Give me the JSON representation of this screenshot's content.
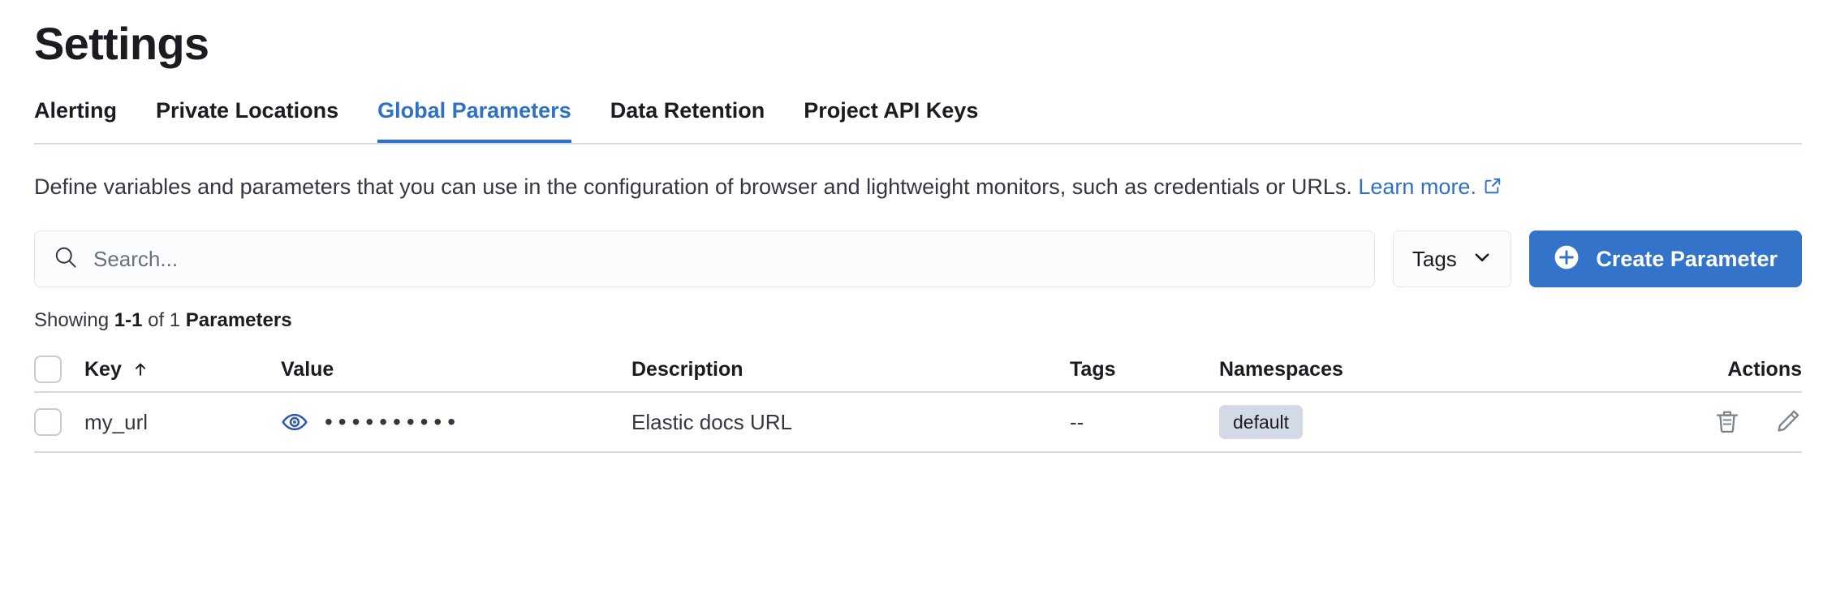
{
  "page": {
    "title": "Settings"
  },
  "tabs": [
    {
      "label": "Alerting",
      "active": false
    },
    {
      "label": "Private Locations",
      "active": false
    },
    {
      "label": "Global Parameters",
      "active": true
    },
    {
      "label": "Data Retention",
      "active": false
    },
    {
      "label": "Project API Keys",
      "active": false
    }
  ],
  "description": {
    "text": "Define variables and parameters that you can use in the configuration of browser and lightweight monitors, such as credentials or URLs. ",
    "link_label": "Learn more.",
    "link_icon": "external-link-icon"
  },
  "controls": {
    "search": {
      "icon": "search-icon",
      "placeholder": "Search...",
      "value": ""
    },
    "tags_filter": {
      "label": "Tags",
      "icon": "chevron-down-icon"
    },
    "create_button": {
      "label": "Create Parameter",
      "icon": "plus-circle-icon"
    }
  },
  "results_summary": {
    "prefix": "Showing ",
    "range": "1-1",
    "middle": " of 1 ",
    "entity": "Parameters"
  },
  "table": {
    "columns": [
      {
        "key": "select",
        "label": ""
      },
      {
        "key": "key",
        "label": "Key",
        "sort": "asc",
        "sort_icon": "arrow-up-icon"
      },
      {
        "key": "value",
        "label": "Value"
      },
      {
        "key": "description",
        "label": "Description"
      },
      {
        "key": "tags",
        "label": "Tags"
      },
      {
        "key": "namespaces",
        "label": "Namespaces"
      },
      {
        "key": "actions",
        "label": "Actions"
      }
    ],
    "rows": [
      {
        "selected": false,
        "key": "my_url",
        "value_masked": "••••••••••",
        "value_toggle_icon": "eye-icon",
        "description": "Elastic docs URL",
        "tags": "--",
        "namespaces": [
          "default"
        ],
        "actions": [
          {
            "name": "delete",
            "icon": "trash-icon"
          },
          {
            "name": "edit",
            "icon": "pencil-icon"
          }
        ]
      }
    ]
  },
  "colors": {
    "accent_blue": "#2f72c4",
    "button_blue": "#3374ca",
    "border": "#d3dae6",
    "badge_bg": "#d3dae6",
    "text": "#343741",
    "text_strong": "#1a1c21",
    "muted": "#6a717d",
    "icon_gray": "#7d8490"
  }
}
